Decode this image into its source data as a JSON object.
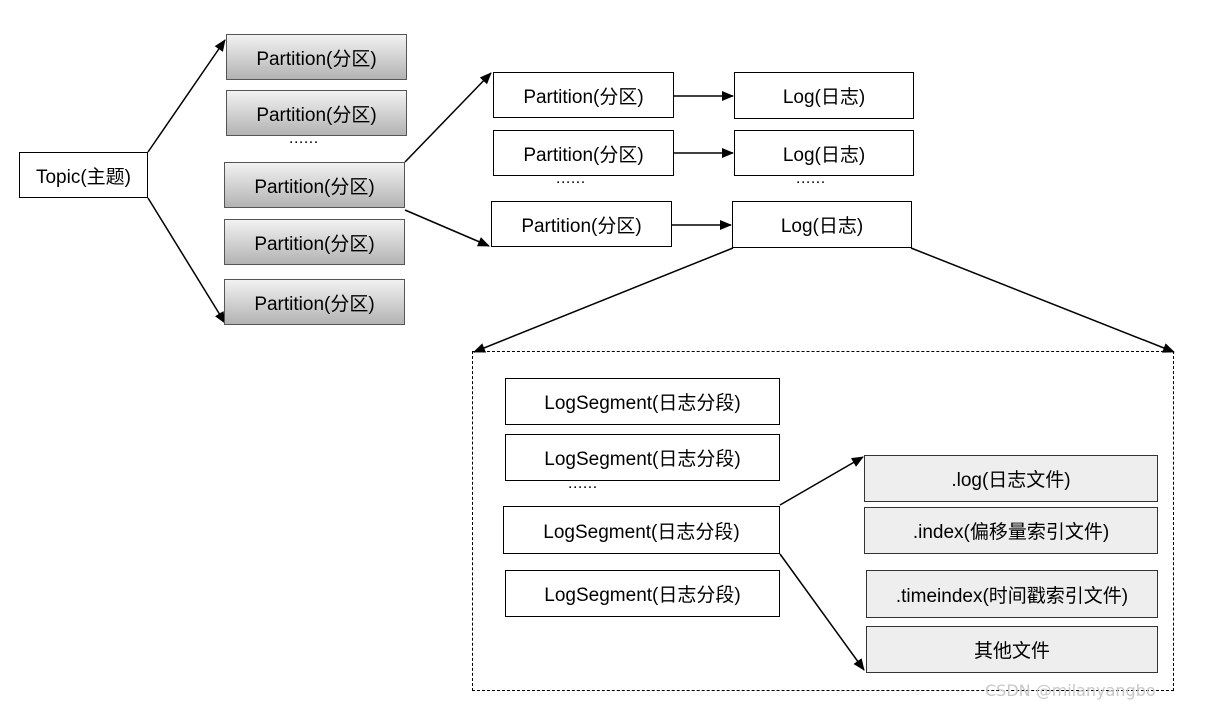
{
  "topic": {
    "label": "Topic(主题)"
  },
  "left_partitions": [
    {
      "label": "Partition(分区)"
    },
    {
      "label": "Partition(分区)"
    },
    {
      "label": "Partition(分区)"
    },
    {
      "label": "Partition(分区)"
    },
    {
      "label": "Partition(分区)"
    }
  ],
  "mid_partitions": [
    {
      "label": "Partition(分区)"
    },
    {
      "label": "Partition(分区)"
    },
    {
      "label": "Partition(分区)"
    }
  ],
  "logs": [
    {
      "label": "Log(日志)"
    },
    {
      "label": "Log(日志)"
    },
    {
      "label": "Log(日志)"
    }
  ],
  "segments": [
    {
      "label": "LogSegment(日志分段)"
    },
    {
      "label": "LogSegment(日志分段)"
    },
    {
      "label": "LogSegment(日志分段)"
    },
    {
      "label": "LogSegment(日志分段)"
    }
  ],
  "files": [
    {
      "label": ".log(日志文件)"
    },
    {
      "label": ".index(偏移量索引文件)"
    },
    {
      "label": ".timeindex(时间戳索引文件)"
    },
    {
      "label": "其他文件"
    }
  ],
  "ellipsis": "......",
  "watermark": "CSDN @milanyangbo"
}
